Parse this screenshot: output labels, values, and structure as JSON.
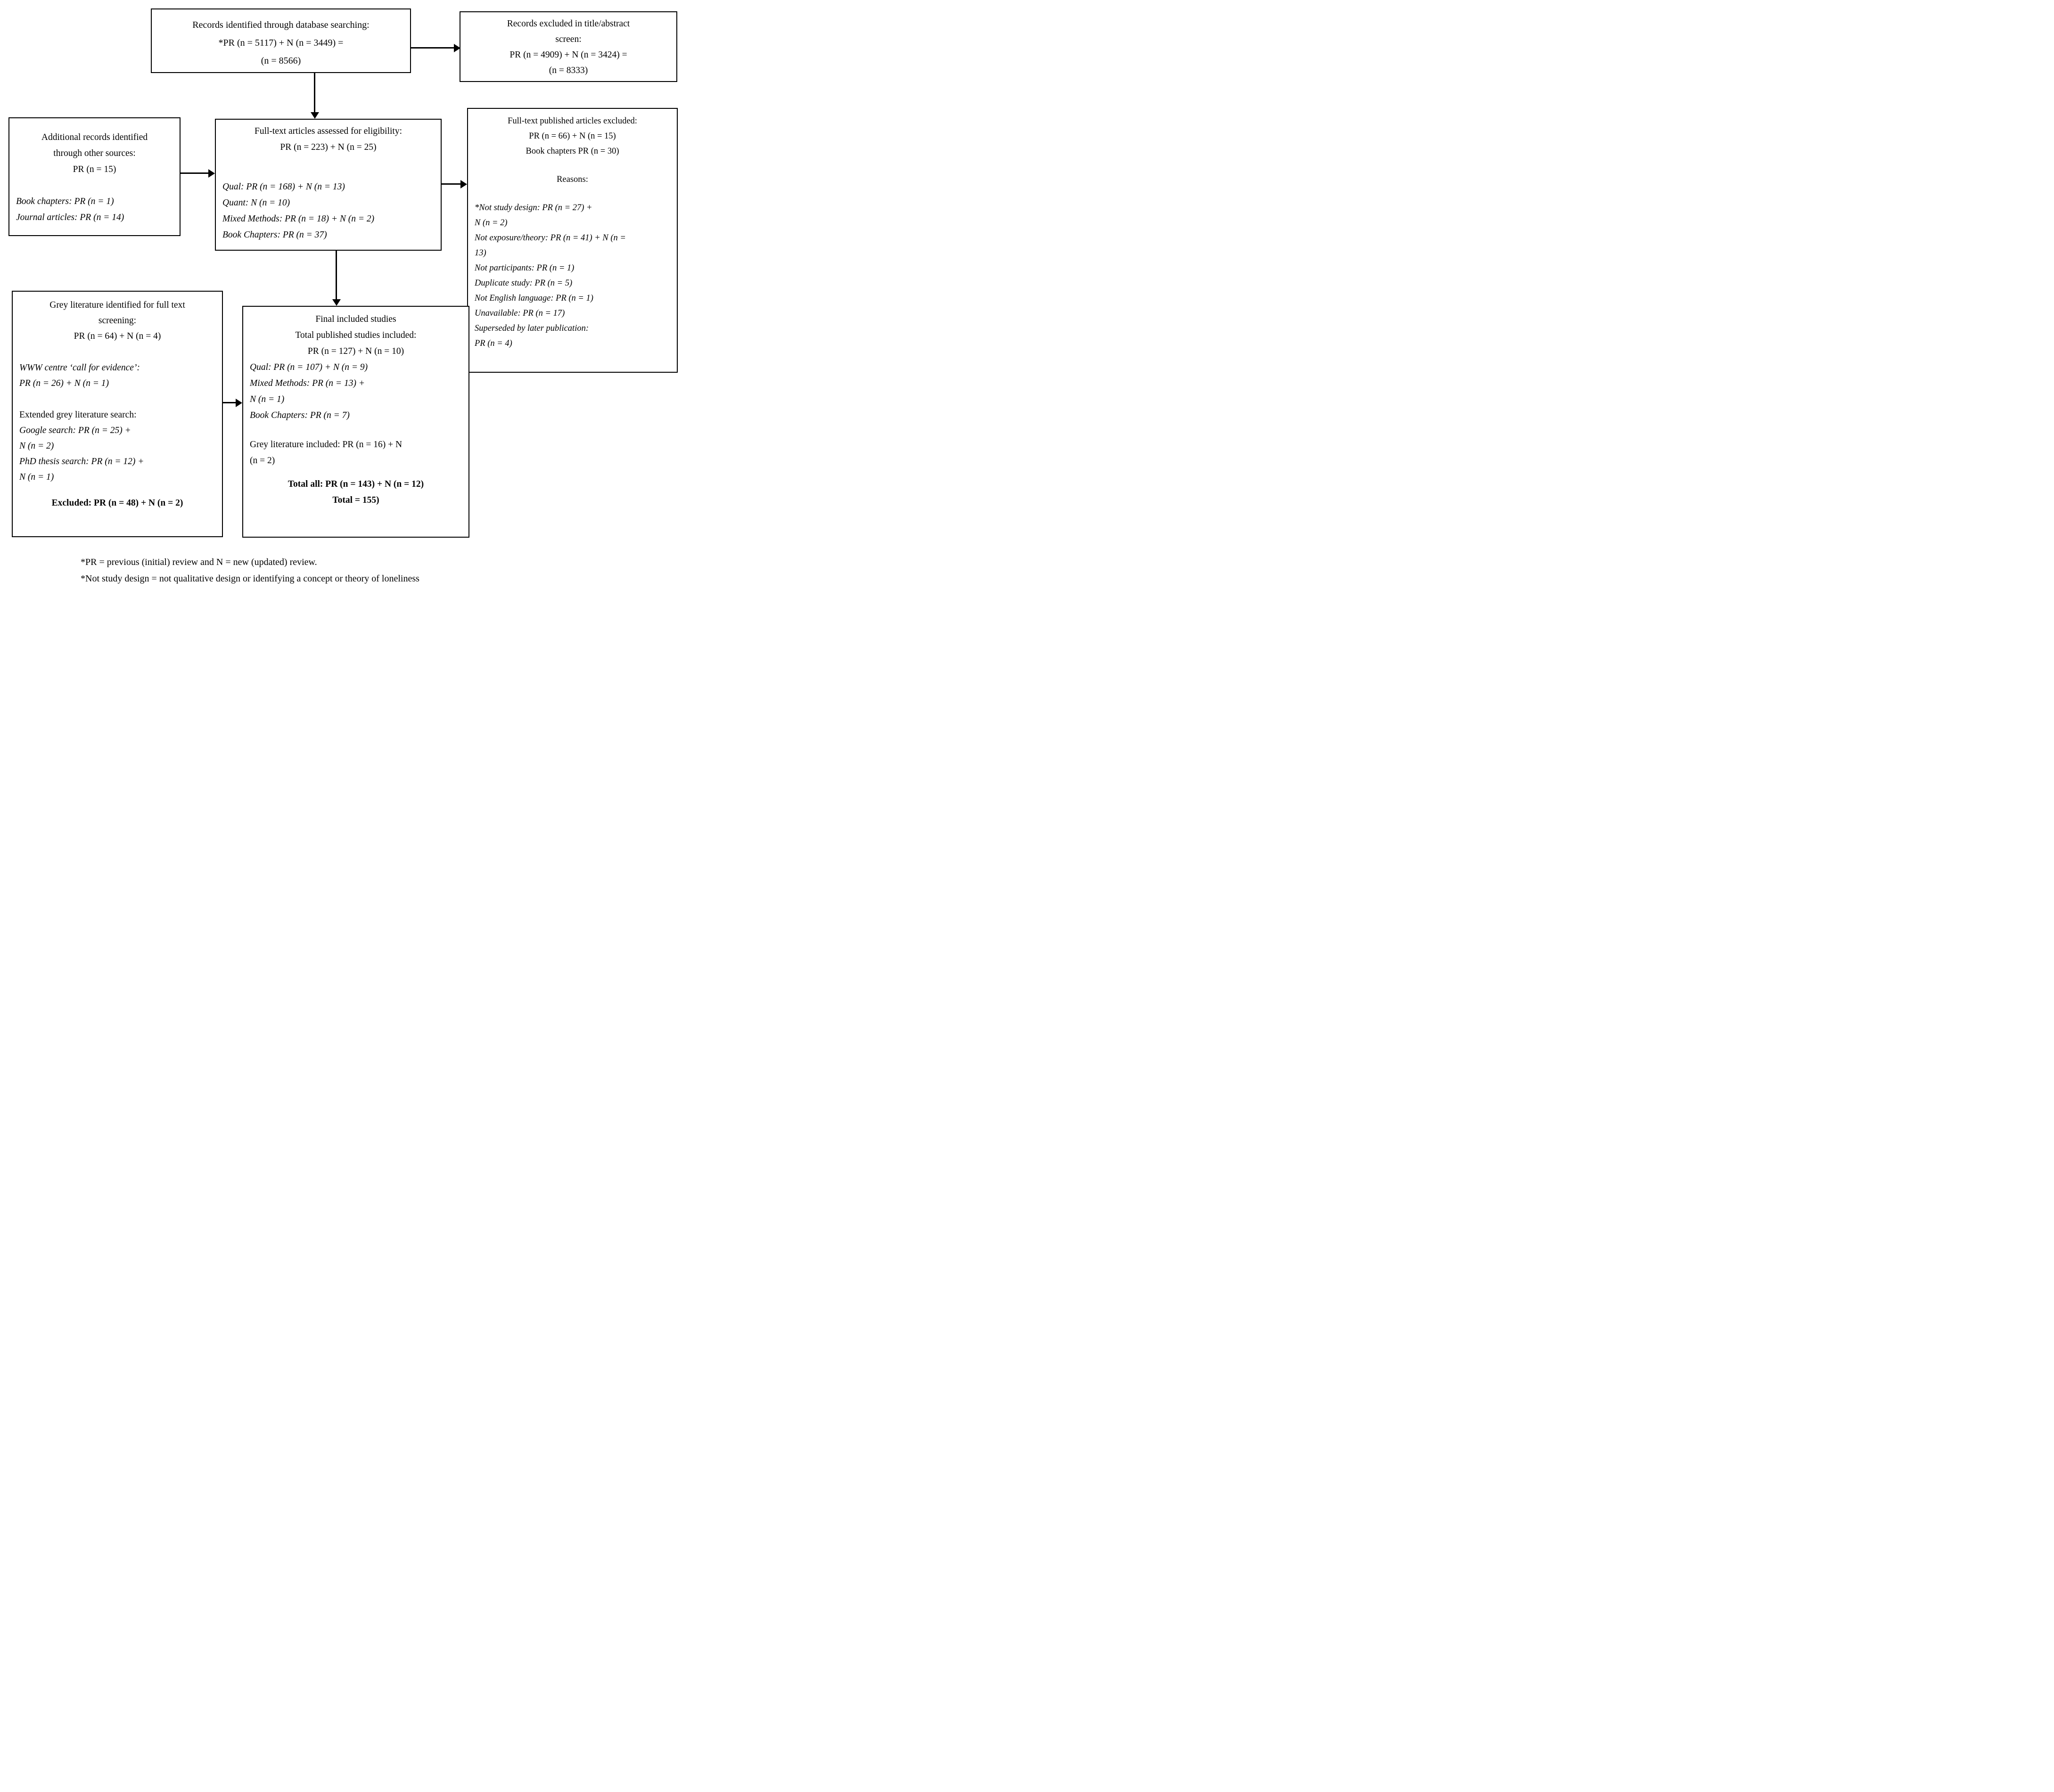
{
  "colors": {
    "background": "#ffffff",
    "border": "#000000",
    "text": "#000000"
  },
  "boxes": {
    "records_identified": {
      "lines": [
        "Records identified through database searching:",
        "*PR (n = 5117) + N (n = 3449) =",
        "(n = 8566)"
      ]
    },
    "records_excluded": {
      "lines": [
        "Records excluded in title/abstract",
        "screen:",
        "PR (n = 4909) + N (n = 3424) =",
        "(n = 8333)"
      ]
    },
    "additional_records": {
      "lines": [
        "Additional records identified",
        "through other sources:",
        "PR (n = 15)",
        "Book chapters: PR (n = 1)",
        "Journal articles: PR (n = 14)"
      ]
    },
    "fulltext_assessed": {
      "lines": [
        "Full-text articles assessed for eligibility:",
        "PR (n = 223) + N (n = 25)",
        "Qual: PR (n = 168) + N (n = 13)",
        "Quant: N (n = 10)",
        "Mixed Methods: PR (n = 18) + N (n = 2)",
        "Book Chapters: PR (n = 37)"
      ]
    },
    "fulltext_excluded": {
      "lines": [
        "Full-text published articles excluded:",
        "PR (n = 66) + N (n = 15)",
        "Book chapters PR (n = 30)",
        "Reasons:",
        "*Not study design: PR (n = 27) +",
        "N (n = 2)",
        "Not exposure/theory: PR (n = 41) + N (n =",
        "13)",
        "Not participants: PR (n = 1)",
        "Duplicate study: PR (n = 5)",
        "Not English language: PR (n = 1)",
        "Unavailable: PR (n = 17)",
        "Superseded by later publication:",
        "PR (n = 4)"
      ]
    },
    "grey_literature": {
      "lines": [
        "Grey literature identified for full text",
        "screening:",
        "PR (n = 64) + N (n = 4)",
        "WWW centre ‘call for evidence’:",
        "PR (n = 26) + N (n = 1)",
        "Extended grey literature search:",
        "Google search: PR (n = 25) +",
        "N (n = 2)",
        "PhD thesis search: PR (n = 12) +",
        "N (n = 1)",
        "Excluded: PR (n = 48) + N (n = 2)"
      ]
    },
    "final_included": {
      "lines": [
        "Final included studies",
        "Total published studies included:",
        "PR (n = 127) + N (n = 10)",
        "Qual: PR (n = 107) + N (n = 9)",
        "Mixed Methods: PR (n = 13) +",
        "N (n = 1)",
        "Book Chapters: PR (n = 7)",
        "Grey literature included: PR (n = 16) + N",
        "(n = 2)",
        "Total all: PR (n = 143) + N (n = 12)",
        "Total = 155)"
      ]
    }
  },
  "footnotes": {
    "lines": [
      "*PR = previous (initial) review and N = new (updated) review.",
      "*Not study design = not qualitative design or identifying a concept or theory of loneliness"
    ]
  }
}
